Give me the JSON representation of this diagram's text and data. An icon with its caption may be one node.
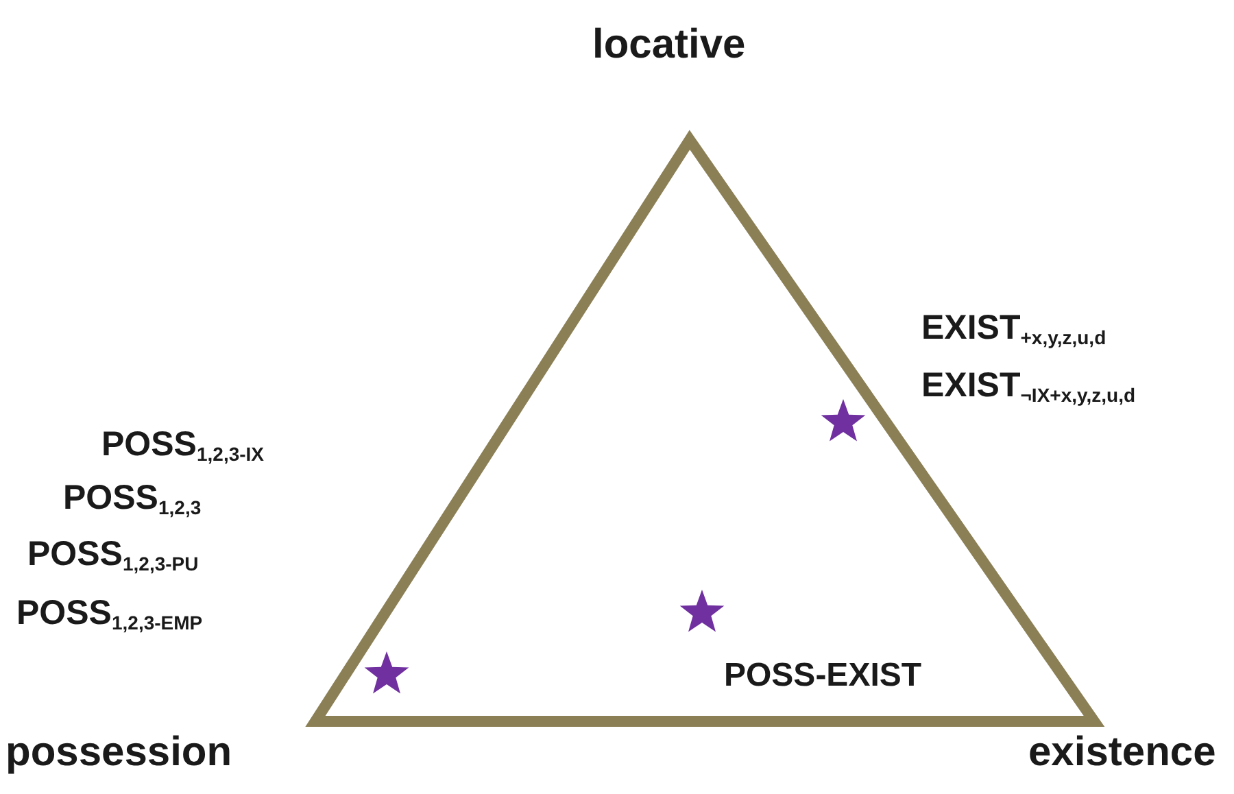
{
  "diagram": {
    "labels": [
      "locative",
      "EXIST$_{+x,y,z,u,d}$",
      "EXIST$_{¬IX+x,y,z,u,d}$",
      "POSS$_{1,2,3-IX}$",
      "POSS$_{1,2,3}$",
      "POSS$_{1,2,3-PU}$",
      "POSS$_{1,2,3-EMP}$",
      "POSS-EXIST",
      "possession",
      "existence"
    ]
  }
}
